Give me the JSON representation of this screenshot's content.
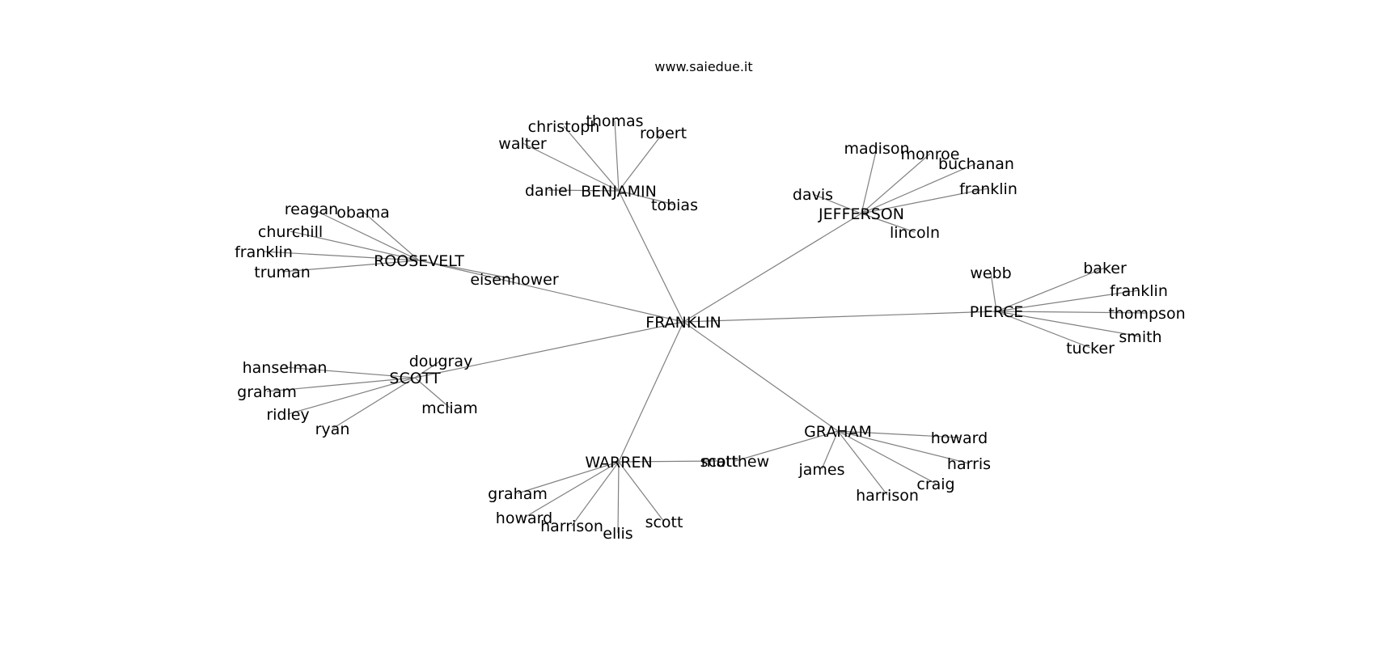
{
  "title": "www.saiedue.it",
  "colors": {
    "edge": "#808080",
    "text": "#000000",
    "background": "#ffffff"
  },
  "network": {
    "root": "FRANKLIN",
    "hubs": [
      {
        "name": "BENJAMIN",
        "children": [
          "christoph",
          "thomas",
          "robert",
          "walter",
          "daniel",
          "tobias"
        ]
      },
      {
        "name": "JEFFERSON",
        "children": [
          "madison",
          "monroe",
          "buchanan",
          "franklin",
          "davis",
          "lincoln"
        ]
      },
      {
        "name": "ROOSEVELT",
        "children": [
          "reagan",
          "obama",
          "churchill",
          "franklin",
          "truman",
          "eisenhower"
        ]
      },
      {
        "name": "PIERCE",
        "children": [
          "webb",
          "baker",
          "franklin",
          "thompson",
          "smith",
          "tucker"
        ]
      },
      {
        "name": "SCOTT",
        "children": [
          "dougray",
          "hanselman",
          "graham",
          "ridley",
          "ryan",
          "mcliam"
        ]
      },
      {
        "name": "GRAHAM",
        "children": [
          "howard",
          "harris",
          "craig",
          "harrison",
          "james",
          "matthew"
        ]
      },
      {
        "name": "WARREN",
        "children": [
          "scott",
          "graham",
          "howard",
          "harrison",
          "ellis",
          "scott"
        ]
      }
    ]
  }
}
